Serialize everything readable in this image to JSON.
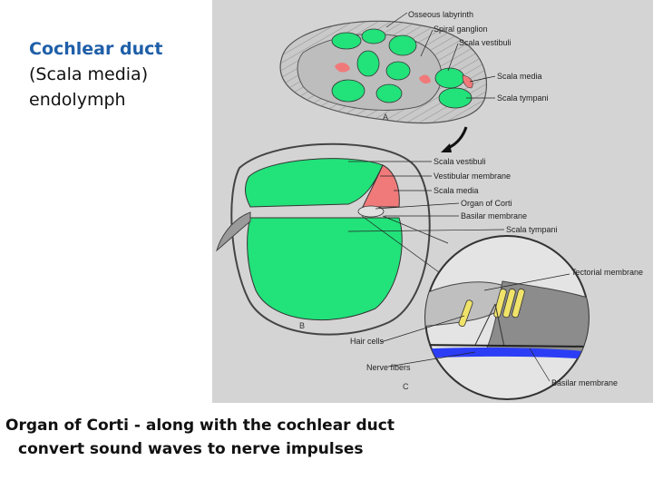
{
  "title": {
    "line1": "Cochlear duct",
    "line2": "(Scala media)",
    "line3": "endolymph"
  },
  "figure": {
    "labels": {
      "osseous_labyrinth": "Osseous labyrinth",
      "spiral_ganglion": "Spiral ganglion",
      "scala_vestibuli_a": "Scala vestibuli",
      "scala_media_a": "Scala media",
      "scala_tympani_a": "Scala tympani",
      "scala_vestibuli_b": "Scala vestibuli",
      "vestibular_membrane": "Vestibular membrane",
      "scala_media_b": "Scala media",
      "organ_of_corti": "Organ of Corti",
      "basilar_membrane_b": "Basilar membrane",
      "scala_tympani_b": "Scala tympani",
      "tectorial_membrane": "Tectorial membrane",
      "hair_cells": "Hair cells",
      "nerve_fibers": "Nerve fibers",
      "basilar_membrane_c": "Basilar membrane"
    },
    "panels": {
      "a": "A",
      "b": "B",
      "c": "C"
    },
    "colors": {
      "background": "#d4d4d4",
      "perilymph": "#22e27a",
      "endolymph": "#f07a7a",
      "nerve": "#2b3df5",
      "hair_cell": "#f0e36a",
      "tissue": "#8c8c8c"
    }
  },
  "caption": {
    "line1": "Organ of Corti - along with the cochlear duct",
    "line2": "convert sound waves to nerve impulses"
  }
}
